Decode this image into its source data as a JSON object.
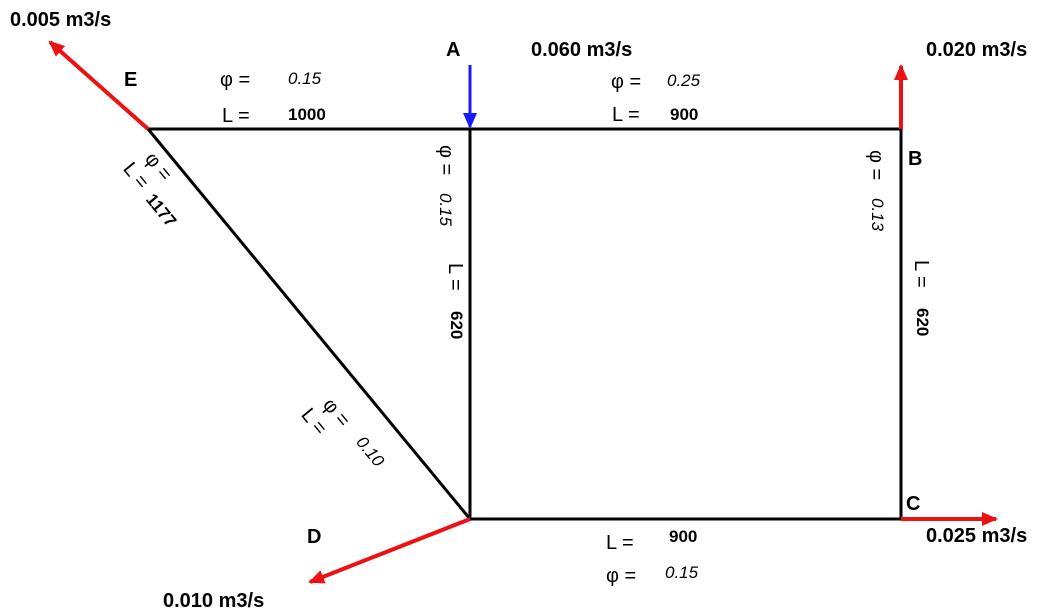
{
  "nodes": {
    "A": "A",
    "B": "B",
    "C": "C",
    "D": "D",
    "E": "E"
  },
  "flows": {
    "A_in": "0.060 m3/s",
    "B_out": "0.020 m3/s",
    "C_out": "0.025 m3/s",
    "D_out": "0.010 m3/s",
    "E_out": "0.005 m3/s"
  },
  "symbols": {
    "phi_eq": "φ =",
    "L_eq": "L ="
  },
  "pipes": {
    "EA": {
      "phi": "0.15",
      "L": "1000"
    },
    "AB": {
      "phi": "0.25",
      "L": "900"
    },
    "AD": {
      "phi": "0.15",
      "L": "620"
    },
    "BC": {
      "phi": "0.13",
      "L": "620"
    },
    "DC": {
      "phi": "0.15",
      "L": "900"
    },
    "ED": {
      "phi": "0.10",
      "L": "1177"
    }
  },
  "colors": {
    "inflow": "#1a1aff",
    "outflow": "#ee1111",
    "pipe": "#000000"
  }
}
